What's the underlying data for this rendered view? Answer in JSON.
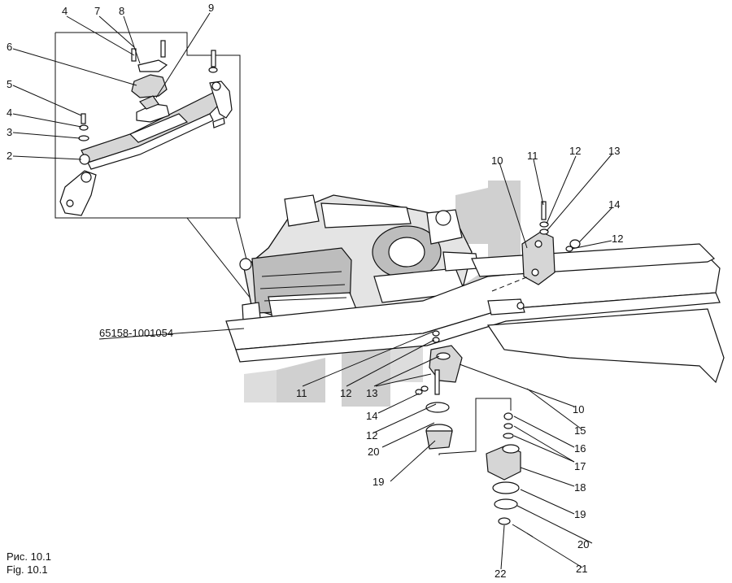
{
  "figure": {
    "caption_ru": "Рис. 10.1",
    "caption_en": "Fig. 10.1",
    "part_number": "65158-1001054"
  },
  "callouts": [
    {
      "id": "c-4a",
      "text": "4"
    },
    {
      "id": "c-7",
      "text": "7"
    },
    {
      "id": "c-8",
      "text": "8"
    },
    {
      "id": "c-9",
      "text": "9"
    },
    {
      "id": "c-6",
      "text": "6"
    },
    {
      "id": "c-5",
      "text": "5"
    },
    {
      "id": "c-4b",
      "text": "4"
    },
    {
      "id": "c-3",
      "text": "3"
    },
    {
      "id": "c-2",
      "text": "2"
    },
    {
      "id": "c-10a",
      "text": "10"
    },
    {
      "id": "c-11a",
      "text": "11"
    },
    {
      "id": "c-12a",
      "text": "12"
    },
    {
      "id": "c-13a",
      "text": "13"
    },
    {
      "id": "c-14a",
      "text": "14"
    },
    {
      "id": "c-12b",
      "text": "12"
    },
    {
      "id": "c-11b",
      "text": "11"
    },
    {
      "id": "c-12c",
      "text": "12"
    },
    {
      "id": "c-13b",
      "text": "13"
    },
    {
      "id": "c-14b",
      "text": "14"
    },
    {
      "id": "c-10b",
      "text": "10"
    },
    {
      "id": "c-12d",
      "text": "12"
    },
    {
      "id": "c-15",
      "text": "15"
    },
    {
      "id": "c-20a",
      "text": "20"
    },
    {
      "id": "c-16",
      "text": "16"
    },
    {
      "id": "c-17",
      "text": "17"
    },
    {
      "id": "c-19a",
      "text": "19"
    },
    {
      "id": "c-18",
      "text": "18"
    },
    {
      "id": "c-19b",
      "text": "19"
    },
    {
      "id": "c-20b",
      "text": "20"
    },
    {
      "id": "c-22",
      "text": "22"
    },
    {
      "id": "c-21",
      "text": "21"
    }
  ],
  "colors": {
    "line": "#111111",
    "watermark": "#c8c8c8"
  }
}
